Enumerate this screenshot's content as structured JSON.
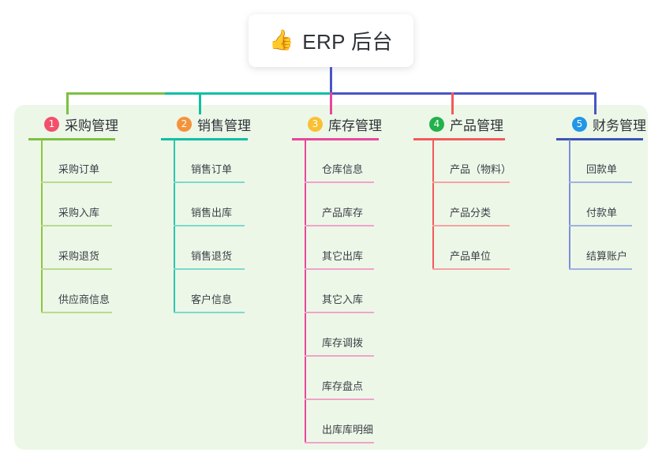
{
  "root": {
    "icon": "thumbs-up-icon",
    "emoji": "👍",
    "title": "ERP 后台"
  },
  "palette": {
    "panel_bg": "#edf7e8",
    "page_bg": "#ffffff",
    "root_stem": "#4a55c4",
    "bus_green": "#7cc142",
    "bus_teal": "#0fbfa4",
    "bus_blue": "#4a55c4"
  },
  "branches": [
    {
      "number": "1",
      "label": "采购管理",
      "badge_color": "#f2506a",
      "head_rule_color": "#7cc142",
      "spine_color": "#8cc63f",
      "leaf_rule_color": "#b7dc8e",
      "items": [
        {
          "label": "采购订单"
        },
        {
          "label": "采购入库"
        },
        {
          "label": "采购退货"
        },
        {
          "label": "供应商信息"
        }
      ]
    },
    {
      "number": "2",
      "label": "销售管理",
      "badge_color": "#f5933a",
      "head_rule_color": "#0fbfa4",
      "spine_color": "#2bc4ad",
      "leaf_rule_color": "#7dd9cb",
      "items": [
        {
          "label": "销售订单"
        },
        {
          "label": "销售出库"
        },
        {
          "label": "销售退货"
        },
        {
          "label": "客户信息"
        }
      ]
    },
    {
      "number": "3",
      "label": "库存管理",
      "badge_color": "#fac033",
      "head_rule_color": "#e8469a",
      "spine_color": "#e8469a",
      "leaf_rule_color": "#efa4c9",
      "items": [
        {
          "label": "仓库信息"
        },
        {
          "label": "产品库存"
        },
        {
          "label": "其它出库"
        },
        {
          "label": "其它入库"
        },
        {
          "label": "库存调拨"
        },
        {
          "label": "库存盘点"
        },
        {
          "label": "出库库明细"
        }
      ]
    },
    {
      "number": "4",
      "label": "产品管理",
      "badge_color": "#22b14c",
      "head_rule_color": "#f4595c",
      "spine_color": "#f4595c",
      "leaf_rule_color": "#f5a3a3",
      "items": [
        {
          "label": "产品（物料）"
        },
        {
          "label": "产品分类"
        },
        {
          "label": "产品单位"
        }
      ]
    },
    {
      "number": "5",
      "label": "财务管理",
      "badge_color": "#2196e8",
      "head_rule_color": "#3b53b5",
      "spine_color": "#7b8fd4",
      "leaf_rule_color": "#9fb2e0",
      "items": [
        {
          "label": "回款单"
        },
        {
          "label": "付款单"
        },
        {
          "label": "结算账户"
        }
      ]
    }
  ]
}
